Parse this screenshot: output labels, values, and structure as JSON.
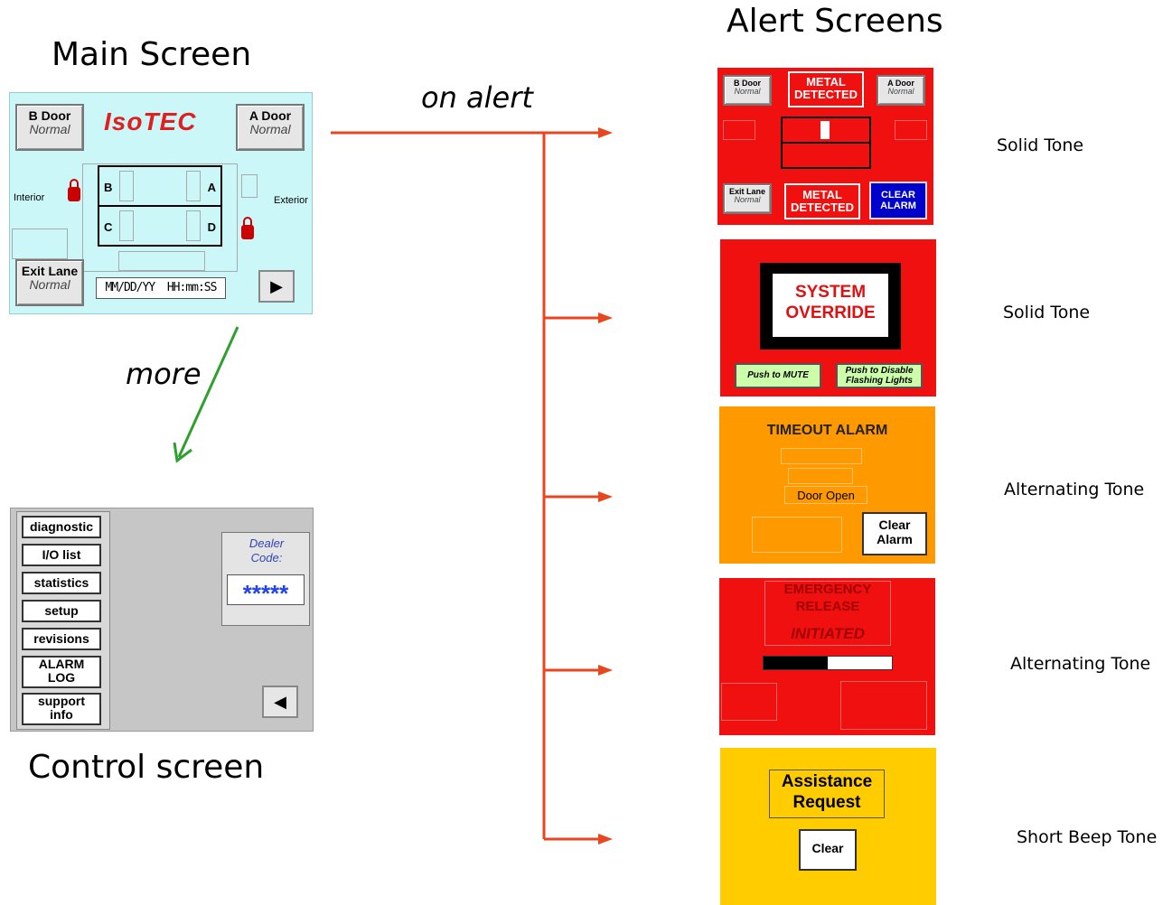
{
  "headings": {
    "main_screen": "Main Screen",
    "alert_screens": "Alert Screens",
    "control_screen": "Control screen",
    "on_alert": "on alert",
    "more": "more"
  },
  "main_screen": {
    "logo": "IsoTEC",
    "b_door": {
      "label": "B Door",
      "status": "Normal"
    },
    "a_door": {
      "label": "A Door",
      "status": "Normal"
    },
    "exit_lane": {
      "label": "Exit Lane",
      "status": "Normal"
    },
    "interior": "Interior",
    "exterior": "Exterior",
    "lanes": {
      "b": "B",
      "a": "A",
      "c": "C",
      "d": "D"
    },
    "datetime": "MM/DD/YY  HH:mm:SS",
    "next_arrow": "▶"
  },
  "control_screen": {
    "buttons": [
      "diagnostic",
      "I/O list",
      "statistics",
      "setup",
      "revisions",
      "ALARM LOG",
      "support info"
    ],
    "dealer_code_label": "Dealer Code:",
    "dealer_code_value": "*****",
    "back_arrow": "◀"
  },
  "alerts": {
    "metal": {
      "b_door": {
        "label": "B Door",
        "status": "Normal"
      },
      "a_door": {
        "label": "A Door",
        "status": "Normal"
      },
      "exit_lane": {
        "label": "Exit Lane",
        "status": "Normal"
      },
      "metal_detected": "METAL DETECTED",
      "clear_alarm": "CLEAR ALARM",
      "tone": "Solid Tone"
    },
    "override": {
      "title": "SYSTEM OVERRIDE",
      "mute": "Push to MUTE",
      "disable_lights": "Push to Disable Flashing Lights",
      "tone": "Solid Tone"
    },
    "timeout": {
      "title": "TIMEOUT ALARM",
      "door_open": "Door Open",
      "clear": "Clear Alarm",
      "tone": "Alternating Tone"
    },
    "emergency": {
      "title": "EMERGENCY RELEASE",
      "initiated": "INITIATED",
      "progress": 0.5,
      "tone": "Alternating Tone"
    },
    "assistance": {
      "title": "Assistance Request",
      "clear": "Clear",
      "tone": "Short Beep Tone"
    }
  },
  "colors": {
    "arrow_orange": "#e8461e",
    "arrow_green": "#2ea02e",
    "alert_red": "#f01010",
    "timeout_orange": "#ff9900",
    "assist_yellow": "#ffcc00",
    "clear_alarm_blue": "#0000cc"
  }
}
